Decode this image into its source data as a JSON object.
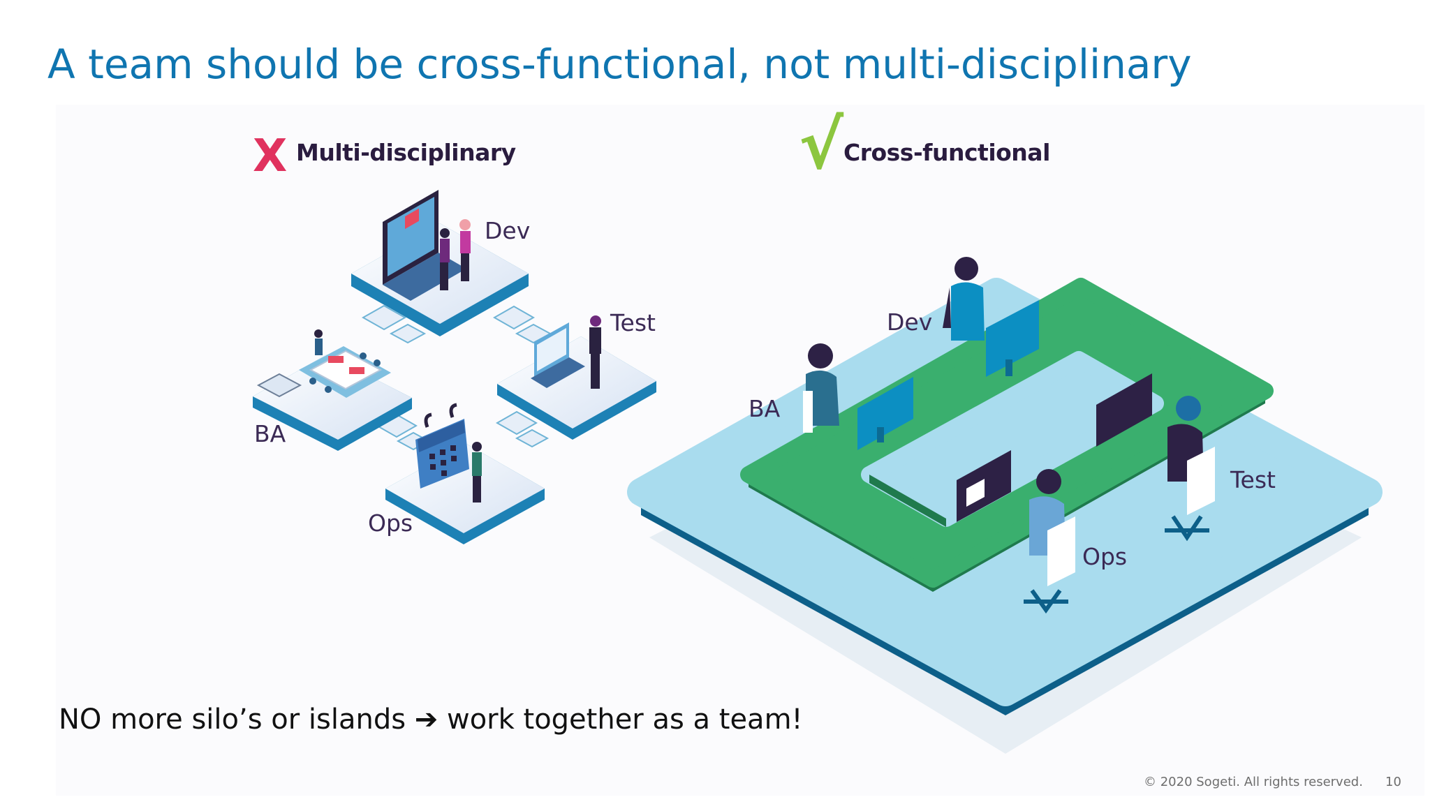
{
  "slide": {
    "title": "A team should be cross-functional, not multi-disciplinary",
    "tagline": "NO more silo’s or islands ➔ work together as a team!",
    "footer": "© 2020 Sogeti. All rights reserved.",
    "page_number": "10"
  },
  "left_panel": {
    "mark": "X",
    "heading": "Multi-disciplinary",
    "labels": {
      "dev": "Dev",
      "test": "Test",
      "ba": "BA",
      "ops": "Ops"
    }
  },
  "right_panel": {
    "mark": "√",
    "heading": "Cross-functional",
    "labels": {
      "dev": "Dev",
      "ba": "BA",
      "test": "Test",
      "ops": "Ops"
    }
  },
  "colors": {
    "title": "#0f75b0",
    "mark_x": "#e0325e",
    "mark_check": "#8cc63f",
    "platform_light": "#a9dcee",
    "platform_dark": "#0d5f89",
    "desk_green": "#3aaf6e",
    "label_purple": "#3b2a55"
  }
}
